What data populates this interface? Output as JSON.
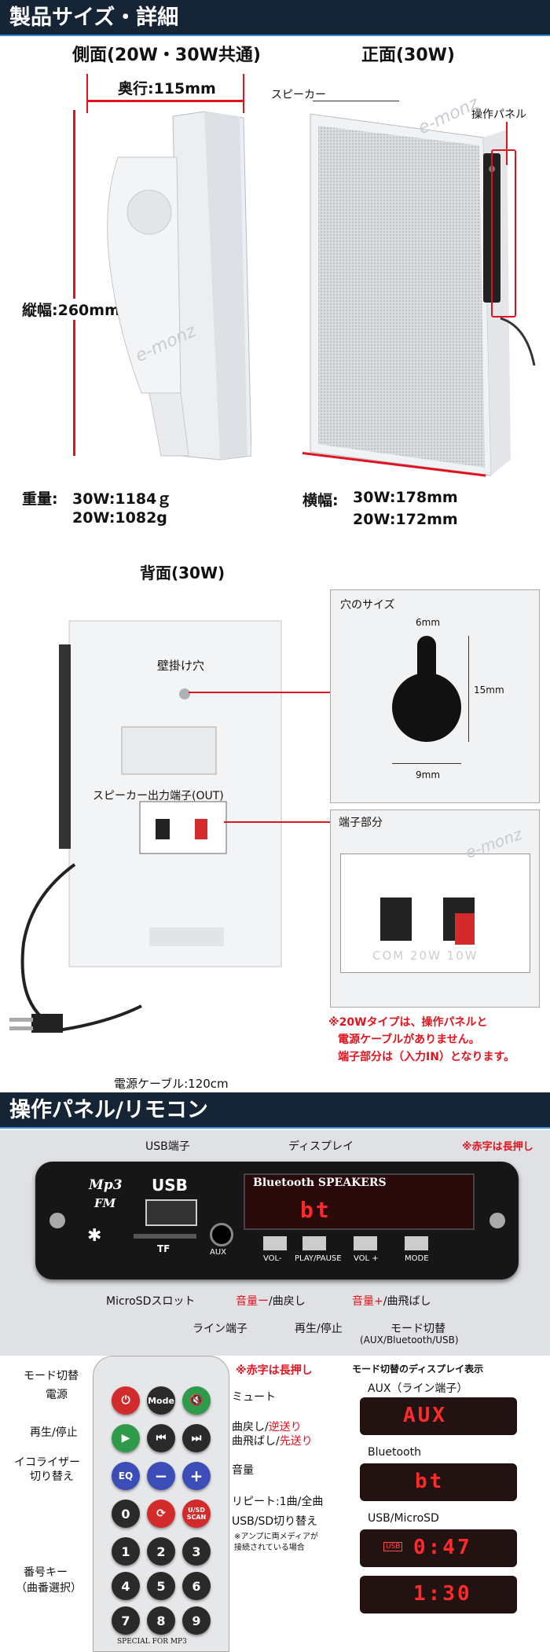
{
  "colors": {
    "accent": "#e0141e",
    "bar": "#162535"
  },
  "section1": {
    "title": "製品サイズ・詳細",
    "side_title": "側面(20W・30W共通)",
    "front_title": "正面(30W)",
    "depth": "奥行:115mm",
    "height": "縦幅:260mm",
    "speaker_label": "スピーカー",
    "panel_label": "操作パネル",
    "weight_label": "重量:",
    "weight_30": "30W:1184ｇ",
    "weight_20": "20W:1082g",
    "width_label": "横幅:",
    "width_30": "30W:178mm",
    "width_20": "20W:172mm",
    "watermark": "e-monz"
  },
  "back": {
    "title": "背面(30W)",
    "hole_label": "壁掛け穴",
    "out_label": "スピーカー出力端子(OUT)",
    "cable_label": "電源ケーブル:120cm",
    "hole_size_title": "穴のサイズ",
    "hole_6": "6mm",
    "hole_15": "15mm",
    "hole_9": "9mm",
    "terminal_title": "端子部分",
    "terminal_text": "COM  20W  10W",
    "note1": "※20Wタイプは、操作パネルと",
    "note2": "電源ケーブルがありません。",
    "note3": "端子部分は（入力IN）となります。"
  },
  "section2": {
    "title": "操作パネル/リモコン",
    "note_red": "※赤字は長押し",
    "usb_label": "USB端子",
    "display_label": "ディスプレイ",
    "panel_brand": "Mp3",
    "panel_fm": "FM",
    "panel_usb": "USB",
    "panel_tf": "TF",
    "panel_aux": "AUX",
    "panel_speakers": "Bluetooth  SPEAKERS",
    "panel_display": "bt",
    "panel_btn_vol_minus": "VOL-",
    "panel_btn_play": "PLAY/PAUSE",
    "panel_btn_vol_plus": "VOL +",
    "panel_btn_mode": "MODE",
    "microsd": "MicroSDスロット",
    "line_in": "ライン端子",
    "vol_minus_red": "音量ー",
    "vol_minus": "/曲戻し",
    "play": "再生/停止",
    "vol_plus_red": "音量+",
    "vol_plus": "/曲飛ばし",
    "mode": "モード切替",
    "mode_sub": "(AUX/Bluetooth/USB)"
  },
  "remote": {
    "note_red": "※赤字は長押し",
    "left_mode": "モード切替",
    "left_power": "電源",
    "left_play": "再生/停止",
    "left_eq1": "イコライザー",
    "left_eq2": "切り替え",
    "left_num1": "番号キー",
    "left_num2": "（曲番選択）",
    "right_mute": "ミュート",
    "right_prev": "曲戻し/",
    "right_prev_red": "逆送り",
    "right_next": "曲飛ばし/",
    "right_next_red": "先送り",
    "right_vol": "音量",
    "right_repeat": "リピート:1曲/全曲",
    "right_usbsd": "USB/SD切り替え",
    "right_usbsd_note1": "※アンプに両メディアが",
    "right_usbsd_note2": "接続されている場合",
    "btn_mode": "Mode",
    "btn_eq": "EQ",
    "btn_usd1": "U/SD",
    "btn_usd2": "SCAN",
    "digits": [
      "0",
      "1",
      "2",
      "3",
      "4",
      "5",
      "6",
      "7",
      "8",
      "9"
    ],
    "footer": "SPECIAL FOR MP3"
  },
  "displays": {
    "title": "モード切替のディスプレイ表示",
    "aux_label": "AUX（ライン端子）",
    "aux_screen": "AUX",
    "bt_label": "Bluetooth",
    "bt_screen": "bt",
    "usb_label": "USB/MicroSD",
    "usb_screen": "0:47",
    "usb_screen2": "1:30",
    "usb_badge": "USB"
  }
}
